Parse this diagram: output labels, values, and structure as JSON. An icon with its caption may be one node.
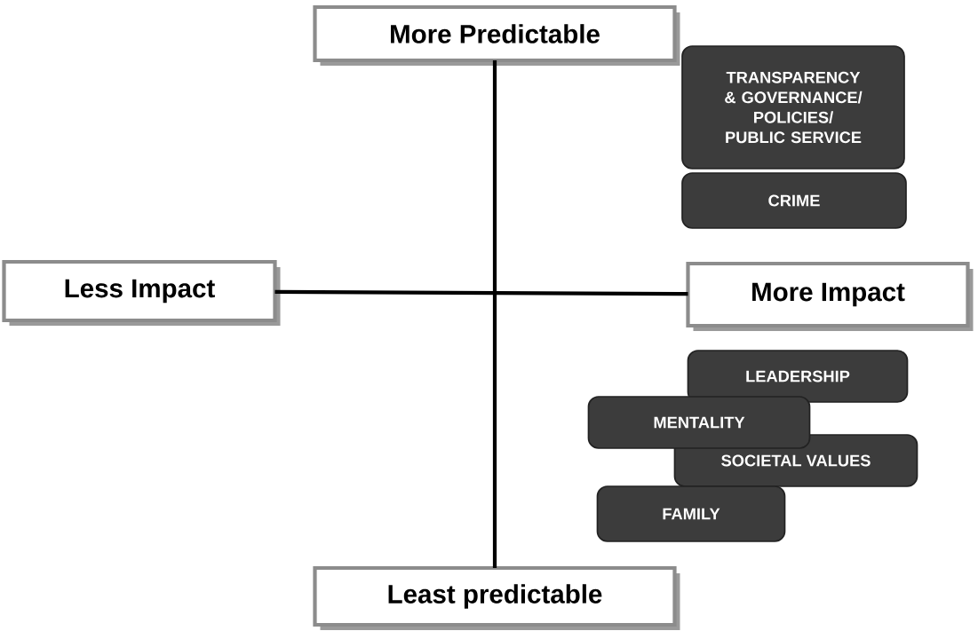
{
  "diagram": {
    "nodes": [
      {
        "text": [
          "More Predictable"
        ]
      },
      {
        "text": [
          "Less Impact"
        ]
      },
      {
        "text": [
          "More Impact"
        ]
      },
      {
        "text": [
          "Least predictable"
        ]
      },
      {
        "text": [
          "TRANSPARENCY & GOVERNANCE/ POLICIES/ PUBLIC SERVICE"
        ]
      },
      {
        "text": [
          "CRIME"
        ]
      },
      {
        "text": [
          "LEADERSHIP"
        ]
      },
      {
        "text": [
          "MENTALITY"
        ]
      },
      {
        "text": [
          "SOCIETAL VALUES"
        ]
      },
      {
        "text": [
          "FAMILY"
        ]
      }
    ],
    "edges": [
      {
        "from": 0,
        "to": 3,
        "arrow": "none"
      },
      {
        "from": 1,
        "to": 2,
        "arrow": "none"
      }
    ]
  }
}
